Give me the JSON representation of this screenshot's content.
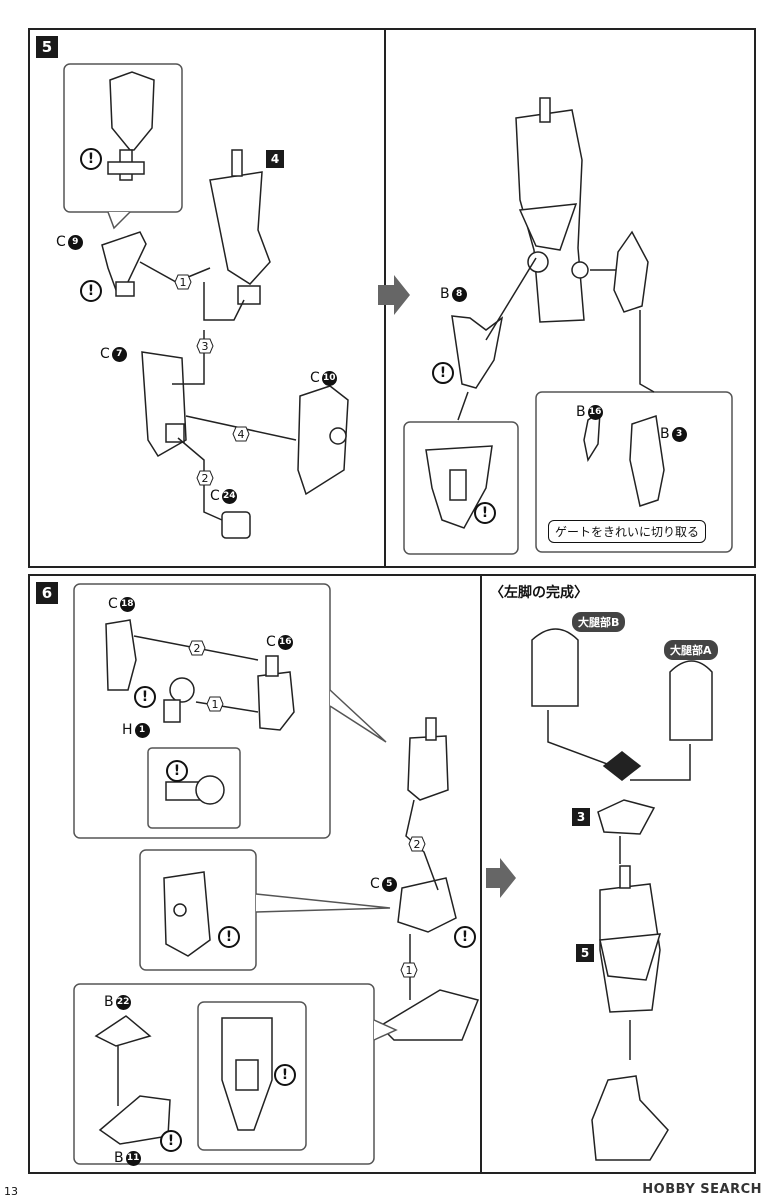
{
  "page_number": "13",
  "watermark": "HOBBY SEARCH",
  "step5": {
    "number": "5",
    "sub_step_badge": "4",
    "parts": {
      "c9_sprue": "C",
      "c9_num": "9",
      "c7_sprue": "C",
      "c7_num": "7",
      "c10_sprue": "C",
      "c10_num": "10",
      "c24_sprue": "C",
      "c24_num": "24",
      "b8_sprue": "B",
      "b8_num": "8",
      "b16_sprue": "B",
      "b16_num": "16",
      "b3_sprue": "B",
      "b3_num": "3"
    },
    "order": [
      "1",
      "3",
      "4",
      "2"
    ],
    "gate_note": "ゲートをきれいに切り取る",
    "warning": "!"
  },
  "step6": {
    "number": "6",
    "title": "〈左脚の完成〉",
    "parts": {
      "c18_sprue": "C",
      "c18_num": "18",
      "c16_sprue": "C",
      "c16_num": "16",
      "h1_sprue": "H",
      "h1_num": "1",
      "c5_sprue": "C",
      "c5_num": "5",
      "b22_sprue": "B",
      "b22_num": "22",
      "b11_sprue": "B",
      "b11_num": "11"
    },
    "order": [
      "2",
      "1",
      "2",
      "1"
    ],
    "thigh_b": "大腿部B",
    "thigh_a": "大腿部A",
    "step_ref_3": "3",
    "step_ref_5": "5",
    "warning": "!"
  }
}
